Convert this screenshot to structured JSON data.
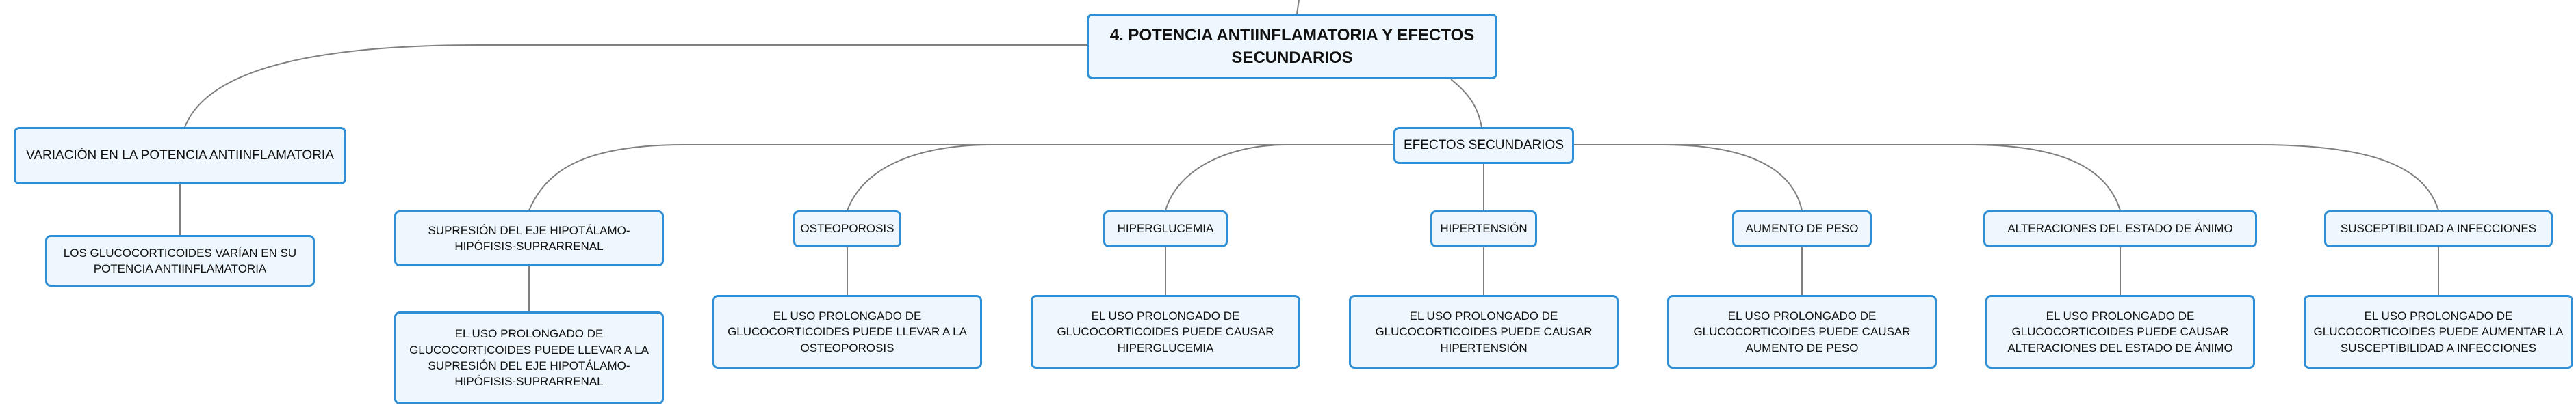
{
  "root": {
    "label": "4. POTENCIA ANTIINFLAMATORIA Y EFECTOS SECUNDARIOS"
  },
  "variation": {
    "label": "VARIACIÓN EN LA POTENCIA ANTIINFLAMATORIA",
    "detail": "LOS GLUCOCORTICOIDES VARÍAN EN SU POTENCIA ANTIINFLAMATORIA"
  },
  "side_effects": {
    "label": "EFECTOS SECUNDARIOS",
    "items": [
      {
        "label": "SUPRESIÓN DEL EJE HIPOTÁLAMO-HIPÓFISIS-SUPRARRENAL",
        "detail": "EL USO PROLONGADO DE GLUCOCORTICOIDES PUEDE LLEVAR A LA SUPRESIÓN DEL EJE HIPOTÁLAMO-HIPÓFISIS-SUPRARRENAL"
      },
      {
        "label": "OSTEOPOROSIS",
        "detail": "EL USO PROLONGADO DE GLUCOCORTICOIDES PUEDE LLEVAR A LA OSTEOPOROSIS"
      },
      {
        "label": "HIPERGLUCEMIA",
        "detail": "EL USO PROLONGADO DE GLUCOCORTICOIDES PUEDE CAUSAR HIPERGLUCEMIA"
      },
      {
        "label": "HIPERTENSIÓN",
        "detail": "EL USO PROLONGADO DE GLUCOCORTICOIDES PUEDE CAUSAR HIPERTENSIÓN"
      },
      {
        "label": "AUMENTO DE PESO",
        "detail": "EL USO PROLONGADO DE GLUCOCORTICOIDES PUEDE CAUSAR AUMENTO DE PESO"
      },
      {
        "label": "ALTERACIONES DEL ESTADO DE ÁNIMO",
        "detail": "EL USO PROLONGADO DE GLUCOCORTICOIDES PUEDE CAUSAR ALTERACIONES DEL ESTADO DE ÁNIMO"
      },
      {
        "label": "SUSCEPTIBILIDAD A INFECCIONES",
        "detail": "EL USO PROLONGADO DE GLUCOCORTICOIDES PUEDE AUMENTAR LA SUSCEPTIBILIDAD A INFECCIONES"
      }
    ]
  },
  "colors": {
    "border": "#2f8fd6",
    "fill": "#eef7fd",
    "line": "#7f7f7f"
  }
}
